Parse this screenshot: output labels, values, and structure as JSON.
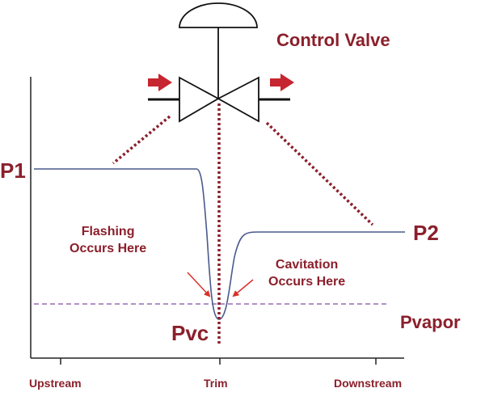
{
  "title": "Control Valve",
  "labels": {
    "p1": "P1",
    "p2": "P2",
    "pvc": "Pvc",
    "pvapor": "Pvapor"
  },
  "annotations": {
    "flashing": [
      "Flashing",
      "Occurs Here"
    ],
    "cavitation": [
      "Cavitation",
      "Occurs Here"
    ]
  },
  "x_axis": {
    "ticks": [
      "Upstream",
      "Trim",
      "Downstream"
    ]
  },
  "colors": {
    "accent": "#8b1f2b",
    "curve": "#4a5a8c",
    "vapor_line": "#9a6bb5",
    "arrow": "#d9302a",
    "axis": "#222222"
  }
}
